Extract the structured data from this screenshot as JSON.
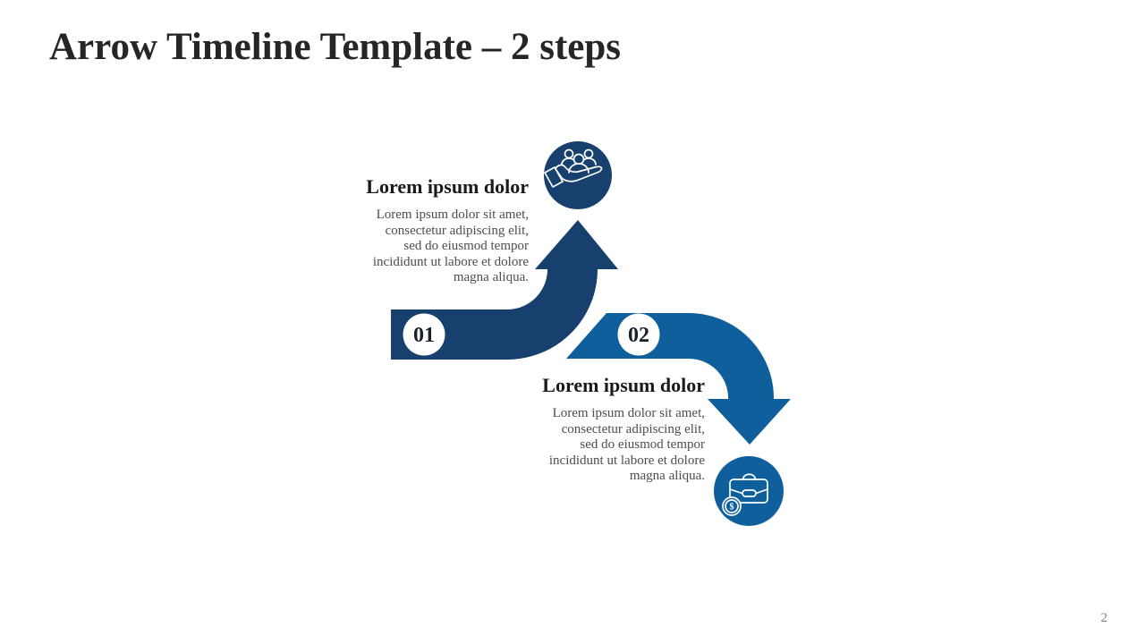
{
  "slide": {
    "title": "Arrow Timeline Template – 2 steps",
    "page_number": "2"
  },
  "colors": {
    "step1_fill": "#17406e",
    "step2_fill": "#0f5f9d",
    "badge_fill": "#ffffff",
    "title_text": "#262626",
    "heading_text": "#1a1a1a",
    "body_text": "#4d4d4d",
    "number_text": "#1a202c",
    "page_number_text": "#808080",
    "icon_stroke": "#ffffff"
  },
  "steps": [
    {
      "number": "01",
      "heading": "Lorem ipsum dolor",
      "body_lines": [
        "Lorem ipsum dolor sit amet,",
        "consectetur adipiscing elit,",
        "sed do eiusmod tempor",
        "incididunt ut labore et dolore",
        "magna aliqua."
      ],
      "icon": "hand-holding-people-icon"
    },
    {
      "number": "02",
      "heading": "Lorem ipsum dolor",
      "body_lines": [
        "Lorem ipsum dolor sit amet,",
        "consectetur adipiscing elit,",
        "sed do eiusmod tempor",
        "incididunt ut labore et dolore",
        "magna aliqua."
      ],
      "icon": "briefcase-money-icon",
      "coin_symbol": "$"
    }
  ]
}
